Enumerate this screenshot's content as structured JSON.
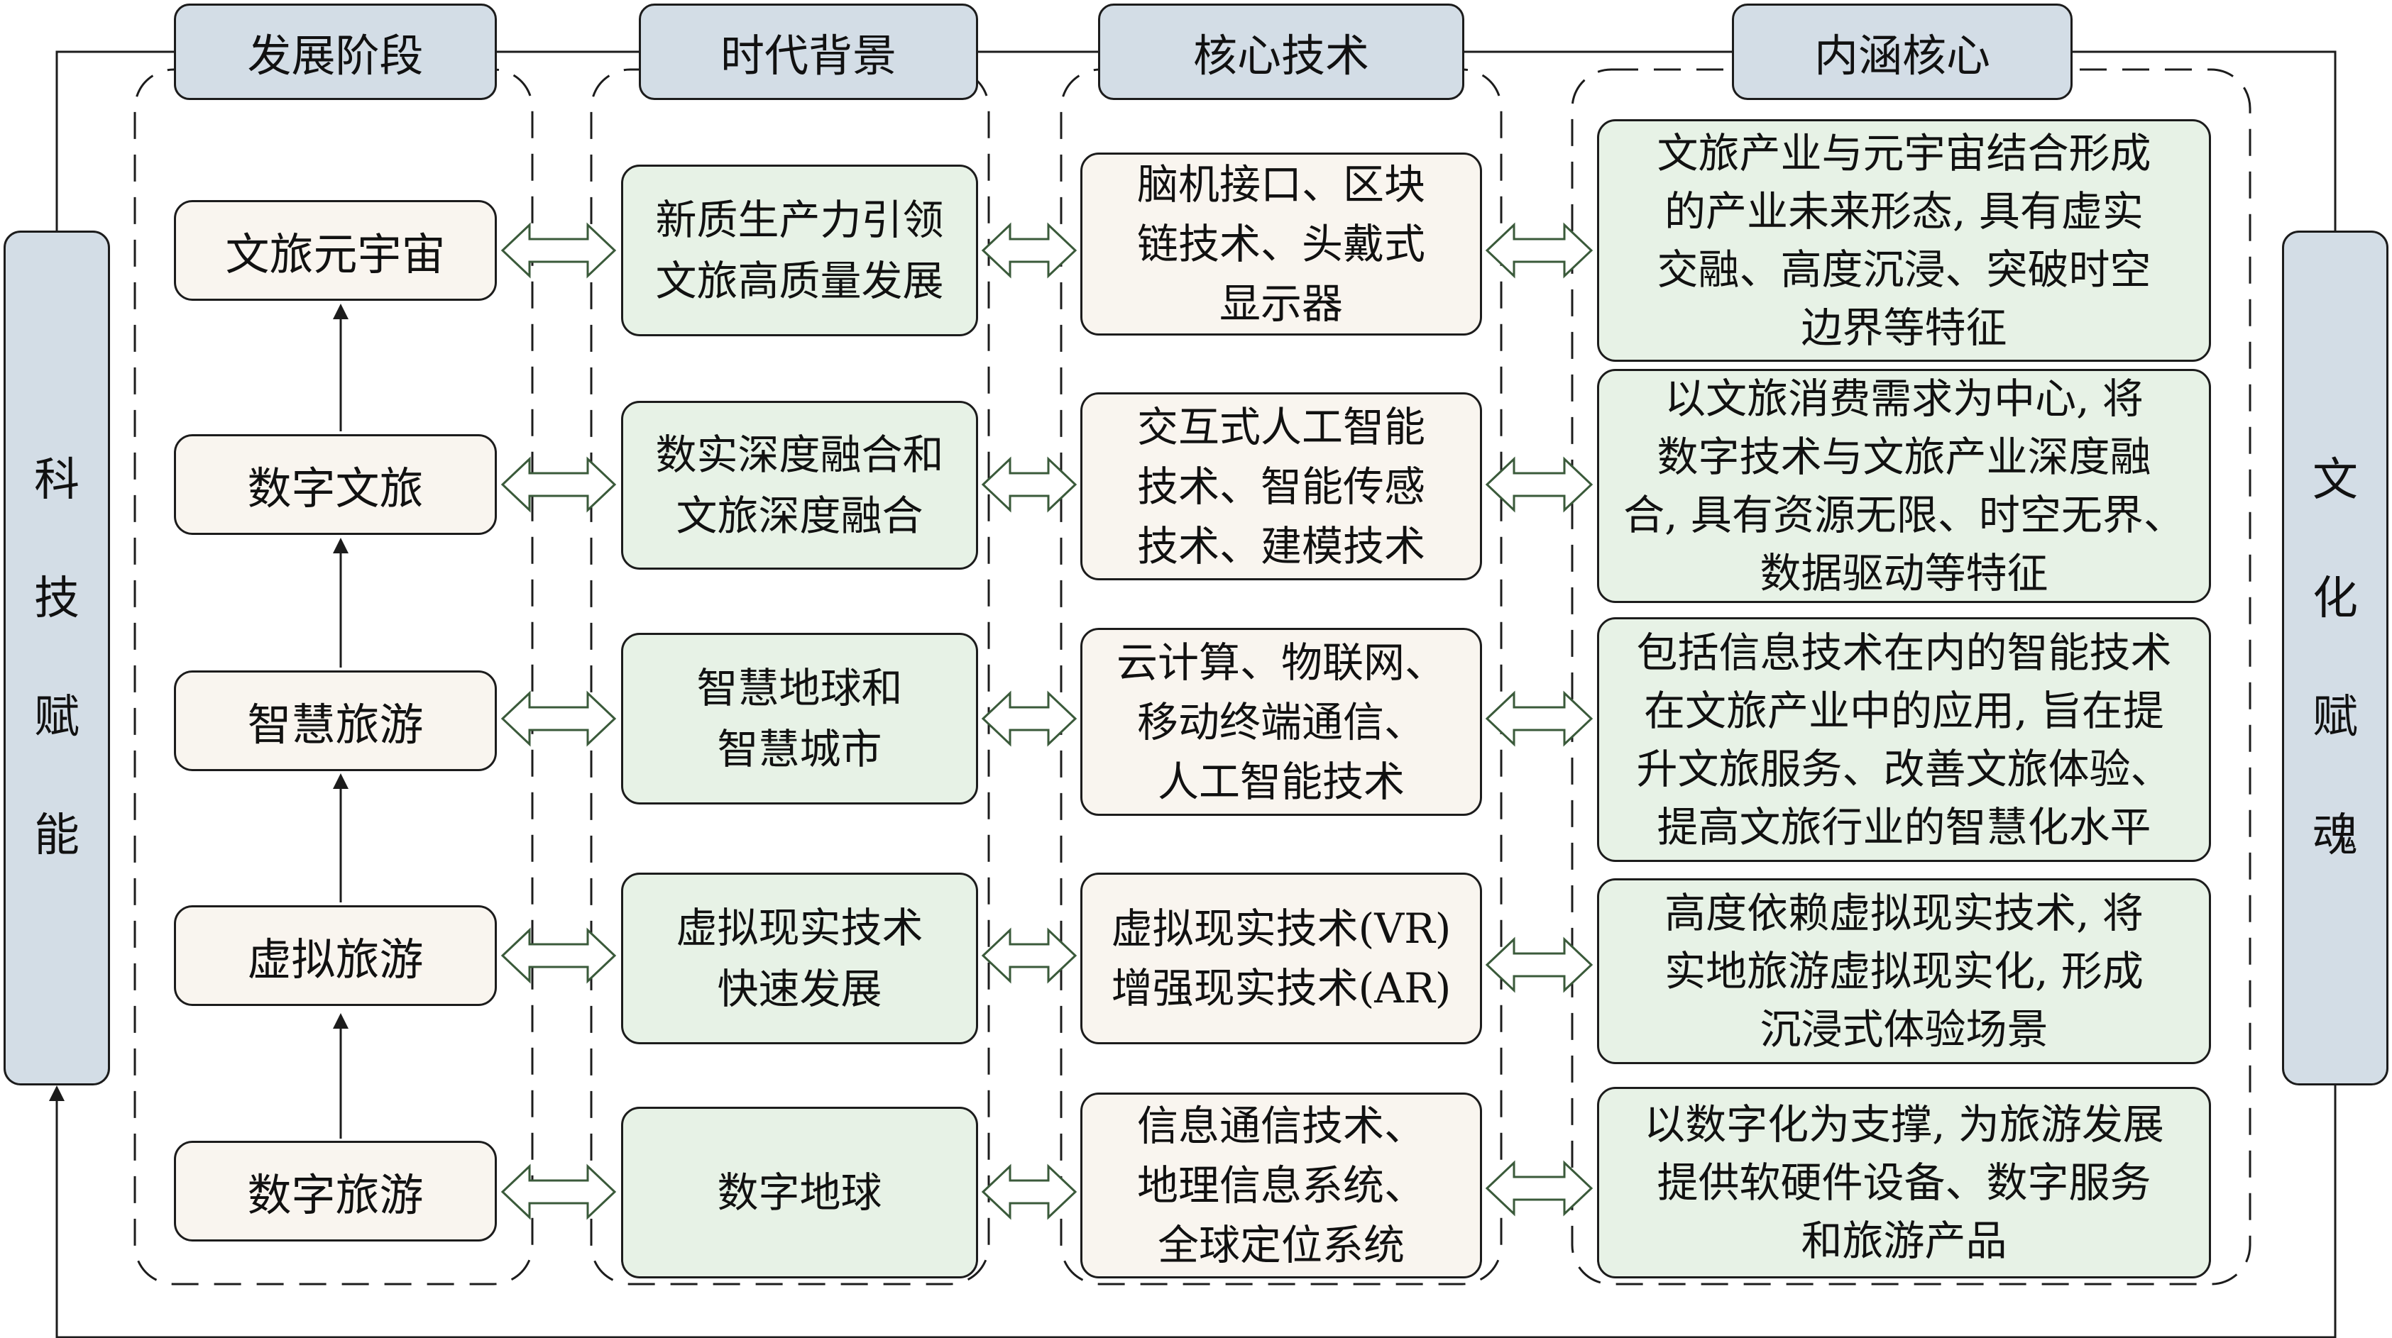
{
  "headers": {
    "stage": "发展阶段",
    "background": "时代背景",
    "tech": "核心技术",
    "core": "内涵核心"
  },
  "left_label": [
    "科",
    "技",
    "赋",
    "能"
  ],
  "right_label": [
    "文",
    "化",
    "赋",
    "魂"
  ],
  "rows": [
    {
      "stage": "文旅元宇宙",
      "background": "新质生产力引领\n文旅高质量发展",
      "tech": "脑机接口、区块\n链技术、头戴式\n显示器",
      "core": "文旅产业与元宇宙结合形成\n的产业未来形态, 具有虚实\n交融、高度沉浸、突破时空\n边界等特征"
    },
    {
      "stage": "数字文旅",
      "background": "数实深度融合和\n文旅深度融合",
      "tech": "交互式人工智能\n技术、智能传感\n技术、建模技术",
      "core": "以文旅消费需求为中心, 将\n数字技术与文旅产业深度融\n合, 具有资源无限、时空无界、\n数据驱动等特征"
    },
    {
      "stage": "智慧旅游",
      "background": "智慧地球和\n智慧城市",
      "tech": "云计算、物联网、\n移动终端通信、\n人工智能技术",
      "core": "包括信息技术在内的智能技术\n在文旅产业中的应用, 旨在提\n升文旅服务、改善文旅体验、\n提高文旅行业的智慧化水平"
    },
    {
      "stage": "虚拟旅游",
      "background": "虚拟现实技术\n快速发展",
      "tech": "虚拟现实技术(VR)\n增强现实技术(AR)",
      "core": "高度依赖虚拟现实技术, 将\n实地旅游虚拟现实化, 形成\n沉浸式体验场景"
    },
    {
      "stage": "数字旅游",
      "background": "数字地球",
      "tech": "信息通信技术、\n地理信息系统、\n全球定位系统",
      "core": "以数字化为支撑, 为旅游发展\n提供软硬件设备、数字服务\n和旅游产品"
    }
  ]
}
